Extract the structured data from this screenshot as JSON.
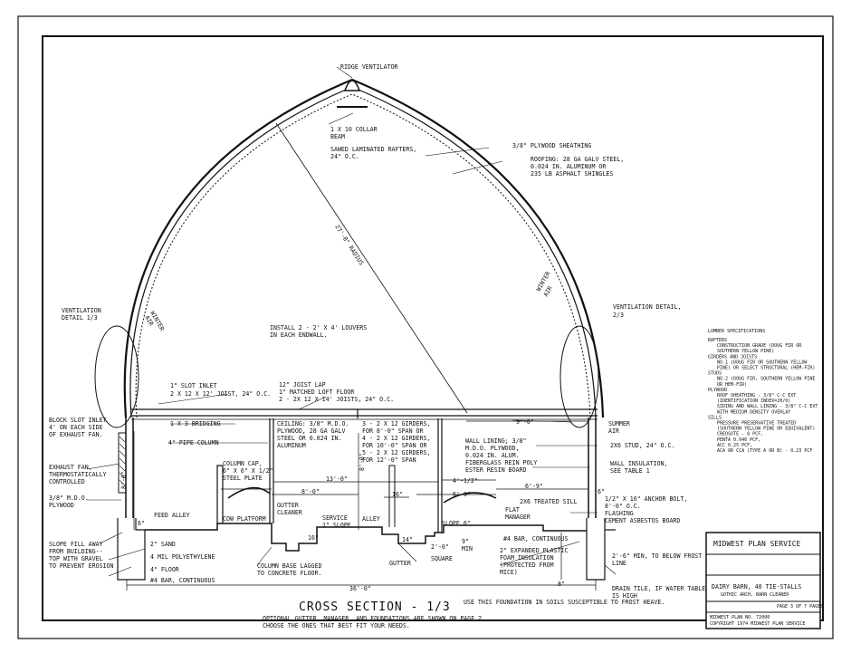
{
  "labels": {
    "ridge_ventilator": "RIDGE VENTILATOR",
    "collar_beam": [
      "1 X 10 COLLAR",
      "BEAM"
    ],
    "rafters": [
      "SAWED LAMINATED RAFTERS,",
      "24\" O.C."
    ],
    "sheathing": "3/8\" PLYWOOD SHEATHING",
    "roofing": [
      "ROOFING: 28 GA GALV STEEL,",
      "0.024 IN. ALUMINUM OR",
      "235 LB ASPHALT SHINGLES"
    ],
    "radius": "27'-0\" RADIUS",
    "winter_air_left": [
      "WINTER",
      "AIR"
    ],
    "winter_air_right": [
      "WINTER",
      "AIR"
    ],
    "vent_detail_left": [
      "VENTILATION",
      "DETAIL 1/3"
    ],
    "vent_detail_right": [
      "VENTILATION DETAIL,",
      "2/3"
    ],
    "louvers": [
      "INSTALL 2 - 2' X 4' LOUVERS",
      "IN EACH ENDWALL."
    ],
    "slot_inlet": "1\" SLOT INLET",
    "joist_2x12": "2 X 12 X 12' JOIST, 24\" O.C.",
    "joist_lap": "12\" JOIST LAP",
    "loft_floor": "1\" MATCHED LOFT FLOOR",
    "joists_2x14": "2 - 2X 12 X 14' JOISTS, 24\" O.C.",
    "block_slot": [
      "BLOCK SLOT INLET",
      "4' ON EACH SIDE",
      "OF EXHAUST FAN."
    ],
    "bridging": "1 X 3 BRIDGING",
    "pipe_column": "4\" PIPE COLUMN",
    "ceiling": [
      "CEILING: 3/8\" M.D.O.",
      "PLYWOOD, 28 GA GALV",
      "STEEL OR 0.024 IN.",
      "ALUMINUM"
    ],
    "girders": [
      "3 - 2 X 12 GIRDERS,",
      "FOR 8'-0\" SPAN OR",
      "4 - 2 X 12 GIRDERS,",
      "FOR 10'-0\" SPAN OR",
      "5 - 2 X 12 GIRDERS,",
      "FOR 12'-0\" SPAN"
    ],
    "summer_air": [
      "SUMMER",
      "AIR"
    ],
    "dim_9_0_top": "9'-0\"",
    "wall_lining": [
      "WALL LINING; 3/8\"",
      "M.D.O. PLYWOOD,",
      "0.024 IN. ALUM.",
      "FIBERGLASS REIN POLY",
      "ESTER RESIN BOARD"
    ],
    "stud": "2X6 STUD, 24\" O.C.",
    "wall_insulation": [
      "WALL INSULATION,",
      "SEE TABLE 1"
    ],
    "exhaust_fan": [
      "EXHAUST FAN,",
      "THERMOSTATICALLY",
      "CONTROLLED"
    ],
    "column_cap": [
      "COLUMN CAP,",
      "6\" X 6\" X 1/2\"",
      "STEEL PLATE"
    ],
    "dim_13_0": "13'-0\"",
    "dim_4_1_2": "4'-1/2\"",
    "dim_6_9": "6'-9\"",
    "dim_8_0_a": "8'-0\"",
    "dim_16": "16\"",
    "dim_6_0": "6'-0\"",
    "dim_8_0_vert_left": "8'-0\"",
    "dim_8_0_vert_mid": "8'-0\"",
    "treated_sill": "2X6 TREATED SILL",
    "dim_6_sill": "6\"",
    "anchor_bolt": [
      "1/2\" X 16\" ANCHOR BOLT,",
      "8'-0\" O.C."
    ],
    "flashing": "FLASHING",
    "asbestos": "CEMENT ASBESTOS BOARD",
    "mdo_plywood": [
      "3/8\" M.D.O.",
      "PLYWOOD"
    ],
    "feed_alley": "FEED ALLEY",
    "cow_platform": "COW PLATFORM",
    "gutter_cleaner": [
      "GUTTER",
      "CLEANER"
    ],
    "service_slope": [
      "SERVICE",
      "1\" SLOPE"
    ],
    "alley": "ALLEY",
    "flat_manager": [
      "FLAT",
      "MANAGER"
    ],
    "slope_6": "SLOPE 6\"",
    "dim_6_left": "6\"",
    "bar_cont_right": "#4 BAR, CONTINUOUS",
    "sand": "2\" SAND",
    "poly": "4 MIL POLYETHYLENE",
    "floor": "4\" FLOOR",
    "bar_cont_left": "#4 BAR, CONTINUOUS",
    "slope_fill": [
      "SLOPE FILL AWAY",
      "FROM BUILDING--",
      "TOP WITH GRAVEL",
      "TO PREVENT EROSION"
    ],
    "dim_16_gutter": "16\"",
    "column_base": [
      "COLUMN BASE LAGGED",
      "TO CONCRETE FLOOR."
    ],
    "dim_14": "14\"",
    "gutter": "GUTTER",
    "dim_2_0": "2'-0\"",
    "square": "SQUARE",
    "dim_9_min": [
      "9\"",
      "MIN"
    ],
    "foam": [
      "2\" EXPANDED PLASTIC",
      "FOAM INSULATION",
      "(PROTECTED FROM",
      "MICE)"
    ],
    "frost": [
      "2'-6\" MIN, TO BELOW FROST",
      "LINE"
    ],
    "dim_8_foot": "8\"",
    "drain_tile": [
      "DRAIN TILE, IF WATER TABLE",
      "IS HIGH"
    ],
    "dim_36_0": "36'-0\""
  },
  "lumber_specs": {
    "title": "LUMBER SPECIFICATIONS",
    "lines": [
      "RAFTERS",
      "  CONSTRUCTION GRADE (DOUG FIR OR",
      "  SOUTHERN YELLOW PINE)",
      "GIRDERS AND JOISTS",
      "  NO.1 (DOUG FIR OR SOUTHERN YELLOW",
      "  PINE) OR SELECT STRUCTURAL (HEM-FIR)",
      "STUDS",
      "  NO.2 (DOUG FIR, SOUTHERN YELLOW PINE",
      "  OR HEM-FIR)",
      "PLYWOOD",
      "  ROOF SHEATHING - 3/8\" C-C EXT",
      "  (IDENTIFICATION INDEX=20/0)",
      "  SIDING AND WALL LINING - 3/8\" C-C EXT",
      "  WITH MEDIUM DENSITY OVERLAY",
      "SILLS",
      "  PRESSURE PRESERVATIVE TREATED",
      "  (SOUTHERN YELLOW PINE OR EQUIVALENT)",
      "  CREOSOTE - 8 PCF,",
      "  PENTA 0.040 PCF,",
      "  ACC 0.25 PCF,",
      "  ACA OR CCA (TYPE A OR B) - 0.23 PCF"
    ]
  },
  "footer": {
    "title": "CROSS SECTION - 1/3",
    "note1": "OPTIONAL GUTTER, MANAGER, AND FOUNDATIONS ARE SHOWN ON PAGE 2.",
    "note2": "CHOOSE THE ONES THAT BEST FIT YOUR NEEDS.",
    "foundation_note": "USE THIS FOUNDATION IN SOILS SUSCEPTIBLE TO FROST HEAVE."
  },
  "title_block": {
    "org": "MIDWEST PLAN SERVICE",
    "project": "DAIRY BARN, 40 TIE-STALLS",
    "subtitle": "GOTHIC ARCH, BARN CLEANER",
    "page": "PAGE 3 OF 7 PAGES",
    "plan_no": "MIDWEST PLAN NO. 72000",
    "copyright": "COPYRIGHT 1974 MIDWEST PLAN SERVICE"
  }
}
